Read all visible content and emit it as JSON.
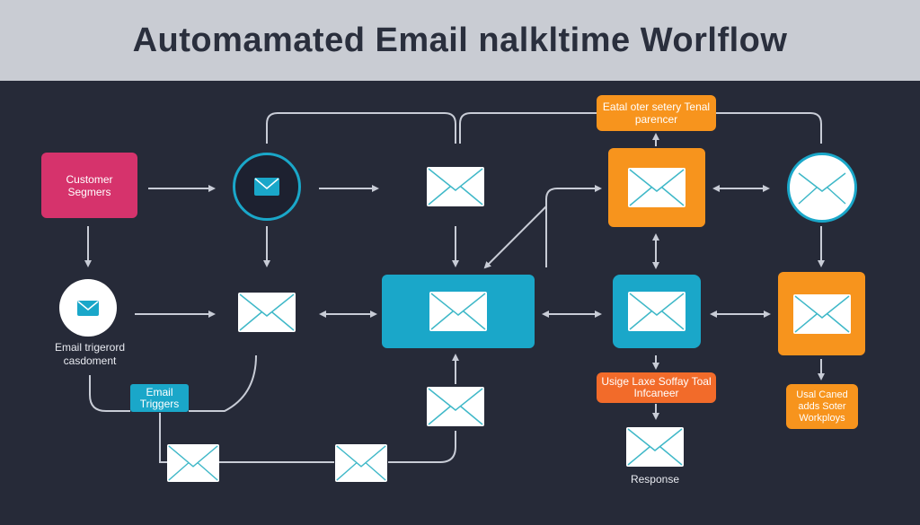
{
  "title": "Automamated Email nalkltime Worlflow",
  "colors": {
    "background": "#262a38",
    "header": "#c9ccd3",
    "pink": "#d6336c",
    "cyan": "#1aa7c9",
    "orange": "#f7941d",
    "orange_red": "#f26b2a",
    "connector": "#c8ccd6"
  },
  "nodes": {
    "customer_segments": "Customer Segmers",
    "top_label": "Eatal oter setery Tenal parencer",
    "email_triggered": "Email trigerord casdoment",
    "email_triggers": "Email Triggers",
    "usage_label": "Usige Laxe Soffay Toal Infcaneer",
    "response": "Response",
    "workflows_label": "Usal Caned adds Soter Workploys"
  },
  "icons": [
    "envelope-icon"
  ]
}
